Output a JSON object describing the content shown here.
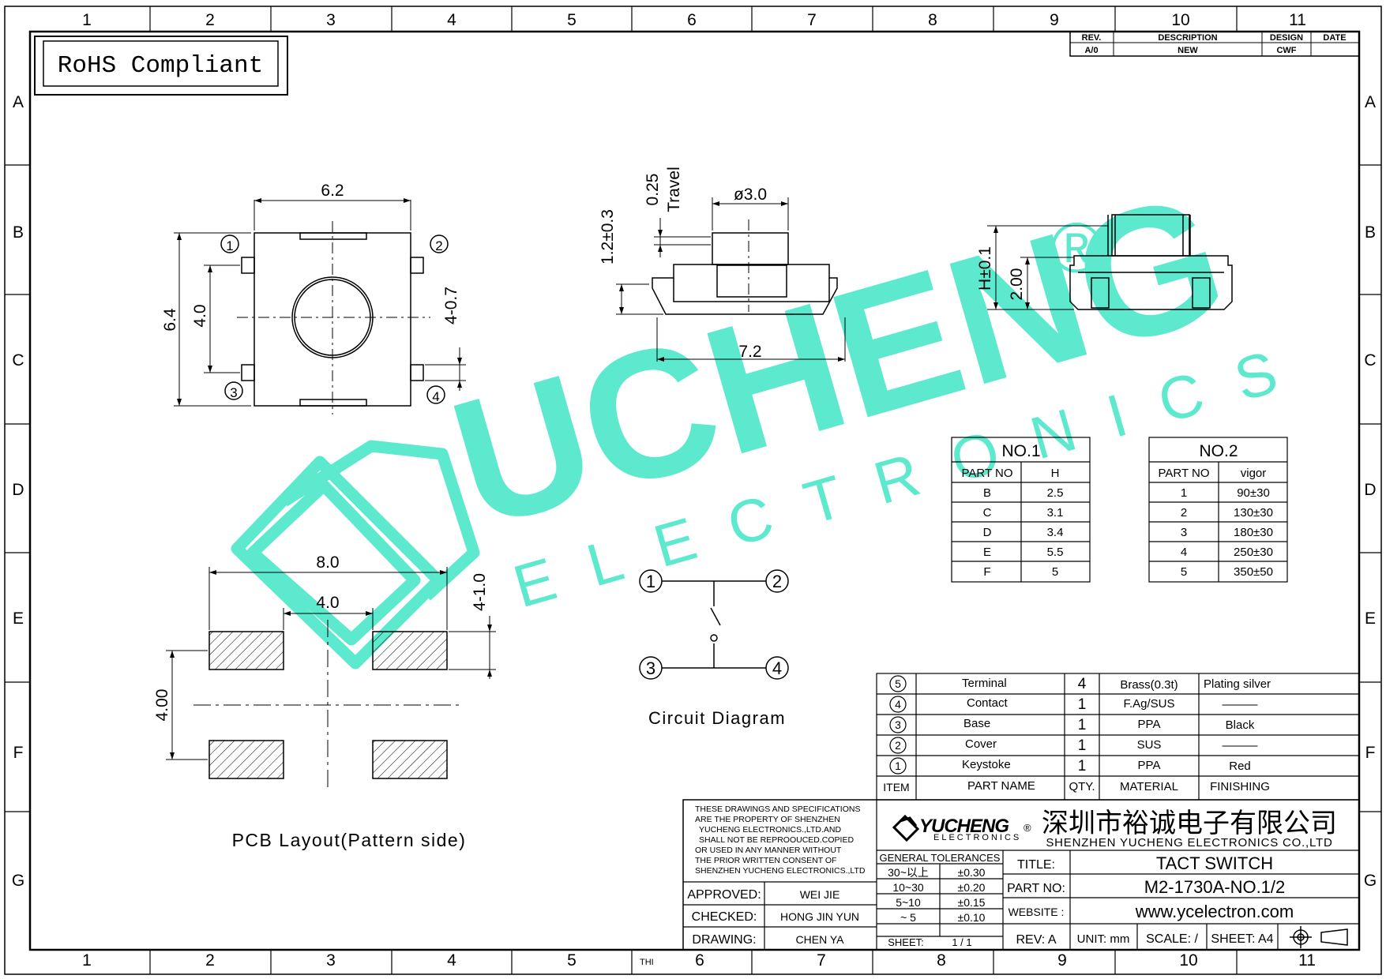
{
  "rohs": "RoHS Compliant",
  "grid": {
    "cols": [
      "1",
      "2",
      "3",
      "4",
      "5",
      "6",
      "7",
      "8",
      "9",
      "10",
      "11"
    ],
    "rows": [
      "A",
      "B",
      "C",
      "D",
      "E",
      "F",
      "G"
    ]
  },
  "revision": {
    "headers": [
      "REV.",
      "DESCRIPTION",
      "DESIGN",
      "DATE"
    ],
    "row": [
      "A/0",
      "NEW",
      "CWF",
      ""
    ]
  },
  "top_view": {
    "dim_width": "6.2",
    "dim_height": "6.4",
    "dim_pitch": "4.0",
    "dim_pin": "4-0.7",
    "pins": [
      "1",
      "2",
      "3",
      "4"
    ]
  },
  "side_view": {
    "dim_travel": "0.25",
    "travel_label": "Travel",
    "dim_dia": "ø3.0",
    "dim_height": "1.2±0.3",
    "dim_width": "7.2"
  },
  "end_view": {
    "dim_h": "H±0.1",
    "dim_base": "2.00"
  },
  "pcb": {
    "dim_outer": "8.0",
    "dim_inner": "4.0",
    "dim_pad": "4-1.0",
    "dim_vert": "4.00",
    "caption": "PCB Layout(Pattern side)"
  },
  "circuit": {
    "pins": [
      "1",
      "2",
      "3",
      "4"
    ],
    "caption": "Circuit Diagram"
  },
  "no1": {
    "title": "NO.1",
    "headers": [
      "PART NO",
      "H"
    ],
    "rows": [
      [
        "B",
        "2.5"
      ],
      [
        "C",
        "3.1"
      ],
      [
        "D",
        "3.4"
      ],
      [
        "E",
        "5.5"
      ],
      [
        "F",
        "5"
      ]
    ]
  },
  "no2": {
    "title": "NO.2",
    "headers": [
      "PART NO",
      "vigor"
    ],
    "rows": [
      [
        "1",
        "90±30"
      ],
      [
        "2",
        "130±30"
      ],
      [
        "3",
        "180±30"
      ],
      [
        "4",
        "250±30"
      ],
      [
        "5",
        "350±50"
      ]
    ]
  },
  "bom": {
    "rows": [
      {
        "item": "5",
        "name": "Terminal",
        "qty": "4",
        "material": "Brass(0.3t)",
        "finish": "Plating silver"
      },
      {
        "item": "4",
        "name": "Contact",
        "qty": "1",
        "material": "F.Ag/SUS",
        "finish": "———"
      },
      {
        "item": "3",
        "name": "Base",
        "qty": "1",
        "material": "PPA",
        "finish": "Black"
      },
      {
        "item": "2",
        "name": "Cover",
        "qty": "1",
        "material": "SUS",
        "finish": "———"
      },
      {
        "item": "1",
        "name": "Keystoke",
        "qty": "1",
        "material": "PPA",
        "finish": "Red"
      }
    ],
    "headers": {
      "item": "ITEM",
      "name": "PART NAME",
      "qty": "QTY.",
      "material": "MATERIAL",
      "finish": "FINISHING"
    }
  },
  "title_block": {
    "notice": [
      "THESE DRAWINGS AND SPECIFICATIONS",
      "ARE THE PROPERTY OF SHENZHEN",
      "YUCHENG ELECTRONICS.,LTD.AND",
      "SHALL NOT BE REPROOUCED.COPIED",
      "OR USED IN ANY MANNER WITHOUT",
      "THE PRIOR WRITTEN CONSENT OF",
      "SHENZHEN YUCHENG ELECTRONICS.,LTD"
    ],
    "approved_label": "APPROVED:",
    "approved": "WEI JIE",
    "checked_label": "CHECKED:",
    "checked": "HONG JIN YUN",
    "drawing_label": "DRAWING:",
    "drawing": "CHEN YA",
    "logo_main": "YUCHENG",
    "logo_sub": "ELECTRONICS",
    "company_cn": "深圳市裕诚电子有限公司",
    "company_en": "SHENZHEN YUCHENG ELECTRONICS CO.,LTD",
    "tol_title": "GENERAL TOLERANCES",
    "tolerances": [
      [
        "30~以上",
        "±0.30"
      ],
      [
        "10~30",
        "±0.20"
      ],
      [
        "5~10",
        "±0.15"
      ],
      [
        "~ 5",
        "±0.10"
      ]
    ],
    "sheet_label": "SHEET:",
    "sheet": "1 / 1",
    "title_label": "TITLE:",
    "title": "TACT SWITCH",
    "part_label": "PART NO:",
    "part": "M2-1730A-NO.1/2",
    "website_label": "WEBSITE :",
    "website": "www.ycelectron.com",
    "rev": "REV: A",
    "unit": "UNIT: mm",
    "scale": "SCALE: /",
    "size": "SHEET: A4",
    "thi": "THI"
  },
  "watermark": {
    "main": "UCHENG",
    "sub": "ELECTRONICS",
    "mark": "®"
  }
}
